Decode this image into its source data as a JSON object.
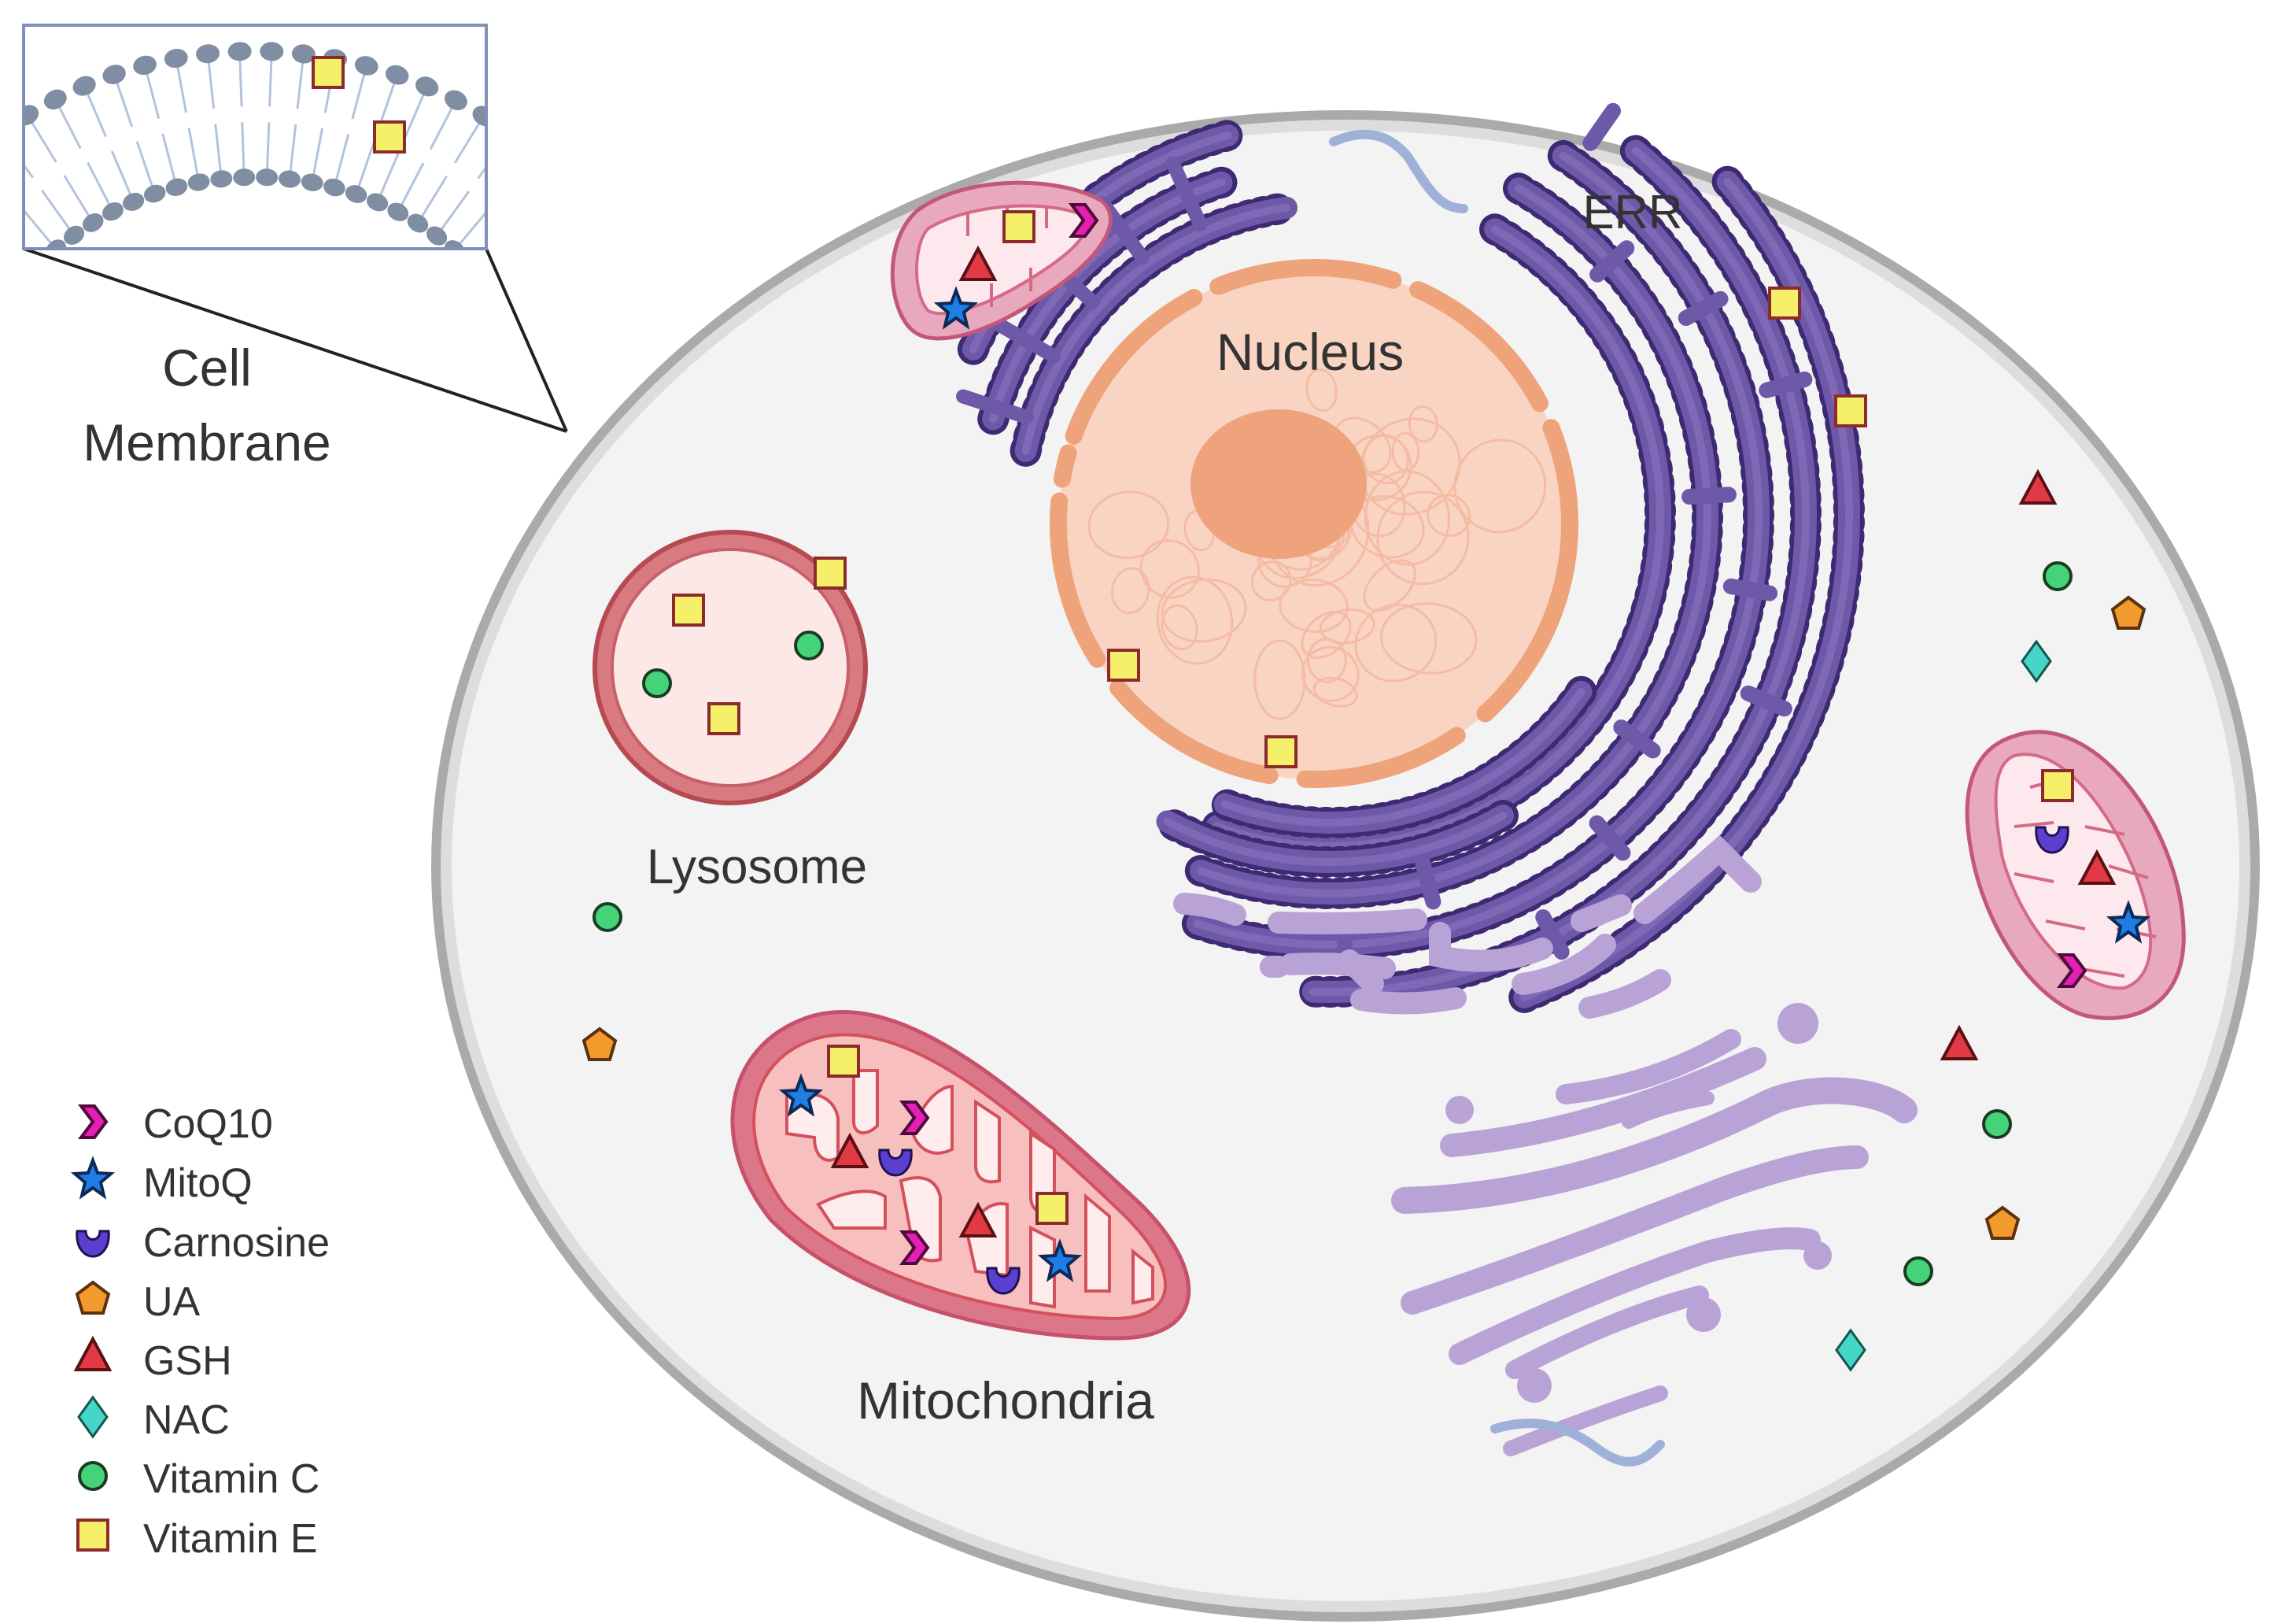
{
  "labels": {
    "cell_membrane": [
      "Cell",
      "Membrane"
    ],
    "err": "ERR",
    "nucleus": "Nucleus",
    "lysosome": "Lysosome",
    "mitochondria": "Mitochondria"
  },
  "legend": [
    {
      "label": "CoQ10",
      "icon": "coq10-chevron-icon"
    },
    {
      "label": "MitoQ",
      "icon": "mitoq-star-icon"
    },
    {
      "label": "Carnosine",
      "icon": "carnosine-cup-icon"
    },
    {
      "label": "UA",
      "icon": "ua-pentagon-icon"
    },
    {
      "label": "GSH",
      "icon": "gsh-triangle-icon"
    },
    {
      "label": "NAC",
      "icon": "nac-diamond-icon"
    },
    {
      "label": "Vitamin C",
      "icon": "vitamin-c-circle-icon"
    },
    {
      "label": "Vitamin E",
      "icon": "vitamin-e-square-icon"
    }
  ],
  "colors": {
    "coq10": "#e61fb4",
    "mitoq": "#1f7de6",
    "carnosine": "#5a3fd1",
    "ua": "#f39a2c",
    "gsh": "#e23a45",
    "nac": "#45d6c9",
    "vitamin_c": "#45d37a",
    "vitamin_e": "#f6ef6a",
    "cell_fill": "#f3f3f3",
    "cell_border": "#aaaaaa",
    "er": "#6e58a8",
    "golgi": "#b9a3d6",
    "nucleus": "#f7c4ad",
    "mito_outer": "#d36b84",
    "lysosome": "#d97a80"
  }
}
